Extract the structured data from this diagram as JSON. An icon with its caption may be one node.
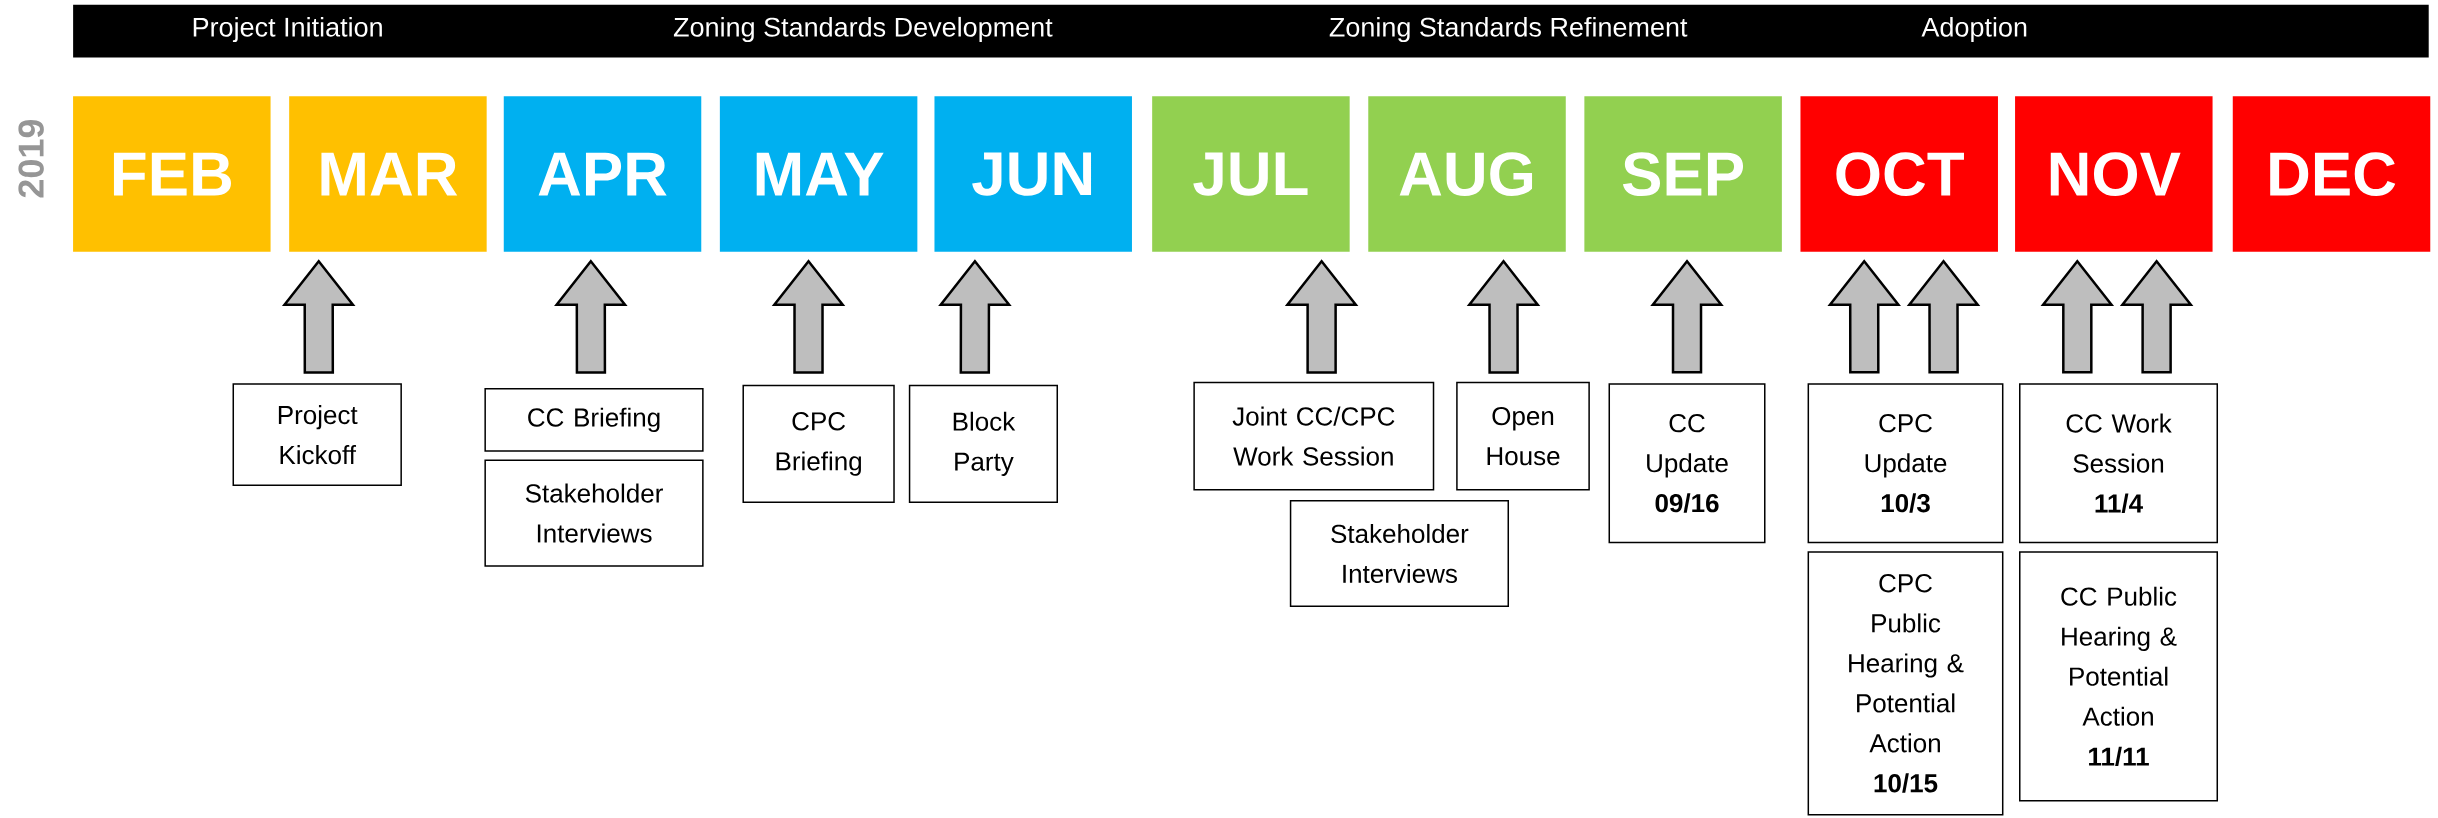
{
  "diagram": {
    "nodes": [
      {
        "text": [
          "FEB"
        ]
      },
      {
        "text": [
          "MAR"
        ]
      },
      {
        "text": [
          "APR"
        ]
      },
      {
        "text": [
          "MAY"
        ]
      },
      {
        "text": [
          "JUN"
        ]
      },
      {
        "text": [
          "JUL"
        ]
      },
      {
        "text": [
          "AUG"
        ]
      },
      {
        "text": [
          "SEP"
        ]
      },
      {
        "text": [
          "OCT"
        ]
      },
      {
        "text": [
          "NOV"
        ]
      },
      {
        "text": [
          "DEC"
        ]
      },
      {
        "text": [
          "Project Kickoff"
        ]
      },
      {
        "text": [
          "CC Briefing"
        ]
      },
      {
        "text": [
          "Stakeholder Interviews"
        ]
      },
      {
        "text": [
          "CPC Briefing"
        ]
      },
      {
        "text": [
          "Block Party"
        ]
      },
      {
        "text": [
          "Joint CC/CPC Work Session"
        ]
      },
      {
        "text": [
          "Open House"
        ]
      },
      {
        "text": [
          "Stakeholder Interviews"
        ]
      },
      {
        "text": [
          "CC Update",
          "09/16"
        ]
      },
      {
        "text": [
          "CPC Update",
          "10/3"
        ]
      },
      {
        "text": [
          "CC Work Session",
          "11/4"
        ]
      },
      {
        "text": [
          "CPC Public Hearing & Potential Action",
          "10/15"
        ]
      },
      {
        "text": [
          "CC Public Hearing & Potential Action",
          "11/11"
        ]
      }
    ],
    "edges": [
      {
        "from": 11,
        "to": 1,
        "arrow": "to"
      },
      {
        "from": 12,
        "to": 2,
        "arrow": "to"
      },
      {
        "from": 14,
        "to": 3,
        "arrow": "to"
      },
      {
        "from": 15,
        "to": 4,
        "arrow": "to"
      },
      {
        "from": 16,
        "to": 5,
        "arrow": "to"
      },
      {
        "from": 17,
        "to": 6,
        "arrow": "to"
      },
      {
        "from": 19,
        "to": 7,
        "arrow": "to"
      },
      {
        "from": 20,
        "to": 8,
        "arrow": "to"
      },
      {
        "from": 20,
        "to": 8,
        "arrow": "to"
      },
      {
        "from": 21,
        "to": 9,
        "arrow": "to"
      },
      {
        "from": 21,
        "to": 9,
        "arrow": "to"
      }
    ],
    "labels": [
      "Project Initiation",
      "Zoning Standards Development",
      "Zoning Standards Refinement",
      "Adoption",
      "2019"
    ]
  }
}
